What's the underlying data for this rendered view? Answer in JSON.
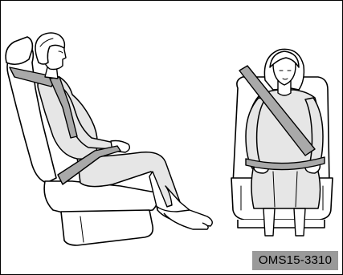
{
  "figure": {
    "code": "OMS15-3310",
    "figures": [
      {
        "name": "side-view",
        "icon": "pregnant-woman-side-view-seatbelt"
      },
      {
        "name": "front-view",
        "icon": "pregnant-woman-front-view-seatbelt"
      }
    ],
    "colors": {
      "border": "#000000",
      "belt": "#a9a9a9",
      "clothing": "#e6e6e6",
      "code_tag_background": "#9a9a9a"
    }
  }
}
